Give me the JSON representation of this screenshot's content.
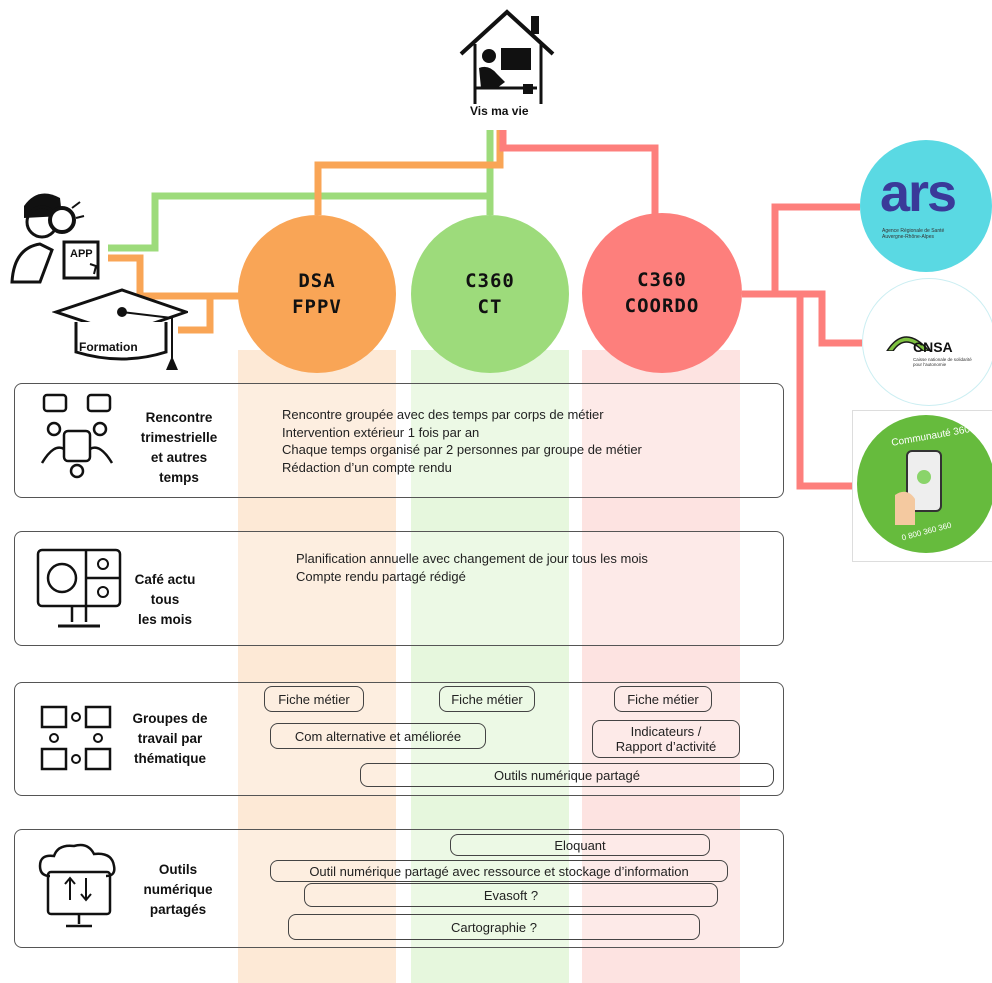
{
  "top_label": "Vis ma vie",
  "left_labels": {
    "app": "APP",
    "formation": "Formation"
  },
  "hubs": [
    {
      "line1": "DSA",
      "line2": "FPPV"
    },
    {
      "line1": "C360",
      "line2": "CT"
    },
    {
      "line1": "C360",
      "line2": "COORDO"
    }
  ],
  "partners": {
    "ars": {
      "name": "ars",
      "sub": "Agence Régionale de Santé\nAuvergne-Rhône-Alpes"
    },
    "cnsa": {
      "name": "CNSA",
      "sub": "Caisse nationale de solidarité pour l'autonomie"
    },
    "c360": {
      "name": "Communauté 360",
      "phone": "0 800 360 360"
    }
  },
  "sections": [
    {
      "title": [
        "Rencontre",
        "trimestrielle",
        "et autres",
        "temps"
      ],
      "lines": [
        "Rencontre groupée avec des temps par corps de métier",
        "Intervention extérieur 1 fois par an",
        "Chaque temps organisé par 2 personnes par groupe de métier",
        "Rédaction d’un compte rendu"
      ]
    },
    {
      "title": [
        "Café actu tous",
        "les mois"
      ],
      "lines": [
        "Planification annuelle avec changement de jour tous les mois",
        "Compte rendu partagé rédigé"
      ]
    },
    {
      "title": [
        "Groupes de",
        "travail par",
        "thématique"
      ],
      "pills": [
        "Fiche métier",
        "Fiche métier",
        "Fiche métier",
        "Com alternative et améliorée",
        "Indicateurs /",
        "Rapport d’activité",
        "Outils numérique partagé"
      ]
    },
    {
      "title": [
        "Outils",
        "numérique",
        "partagés"
      ],
      "pills": [
        "Eloquant",
        "Outil numérique partagé avec ressource et stockage d’information",
        "Evasoft ?",
        "Cartographie ?"
      ]
    }
  ],
  "colors": {
    "orange": "#f9a556",
    "green": "#9ddb7b",
    "red": "#fd7f7c",
    "teal": "#58d8e0",
    "darkgreen": "#66bb3d"
  }
}
